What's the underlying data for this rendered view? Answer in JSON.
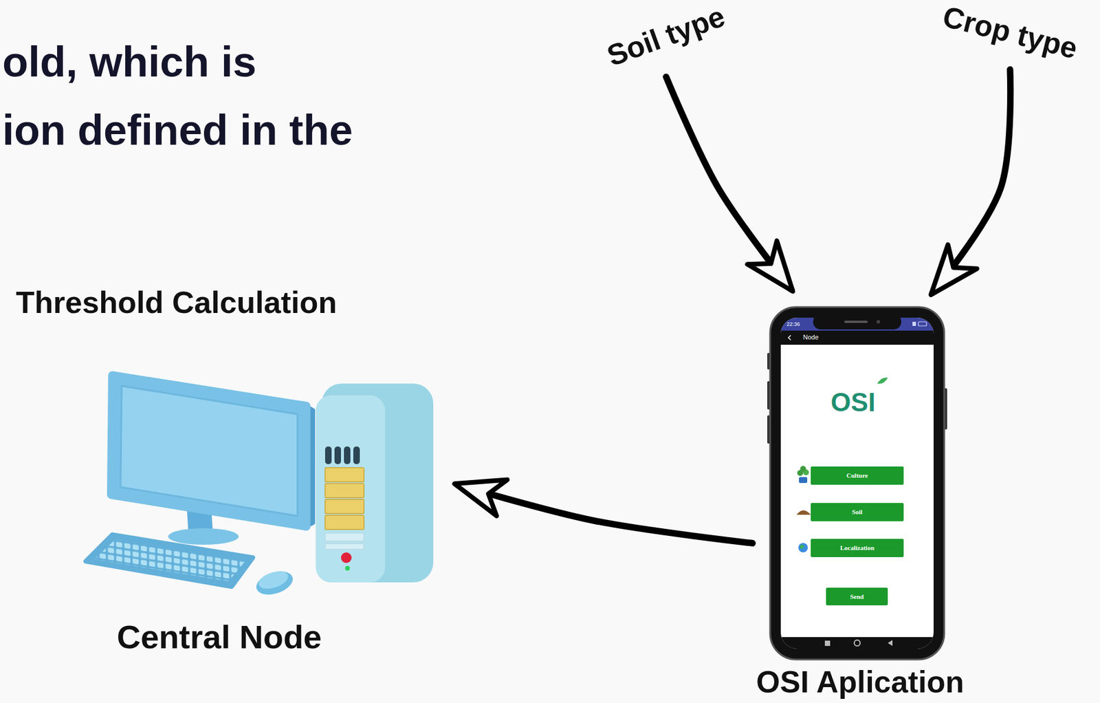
{
  "diagram": {
    "nodes": [
      {
        "text": [
          "Soil type"
        ]
      },
      {
        "text": [
          "Crop type"
        ]
      },
      {
        "text": [
          "Threshold Calculation",
          "Central Node"
        ]
      },
      {
        "text": [
          "22:36",
          "Node",
          "OSI",
          "OSI Aplication"
        ]
      },
      {
        "text": [
          "Culture"
        ],
        "in": 3
      },
      {
        "text": [
          "Soil"
        ],
        "in": 3
      },
      {
        "text": [
          "Localization"
        ],
        "in": 3
      },
      {
        "text": [
          "Send"
        ],
        "in": 3
      }
    ],
    "edges": [
      {
        "from": 0,
        "to": 3,
        "arrow": "to"
      },
      {
        "from": 1,
        "to": 3,
        "arrow": "to"
      },
      {
        "from": 3,
        "to": 2,
        "arrow": "to"
      }
    ],
    "labels": [
      "old, which is",
      "ion defined in the"
    ]
  }
}
